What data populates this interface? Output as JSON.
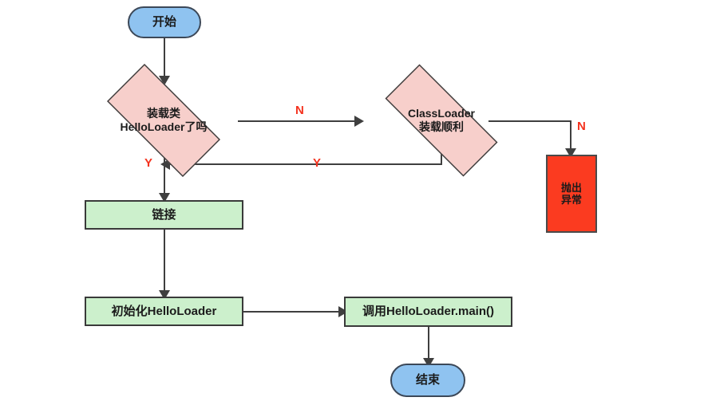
{
  "diagram": {
    "title": "HelloLoader class loading flowchart",
    "colors": {
      "terminator_fill": "#8fc3f0",
      "process_fill": "#ccf0cc",
      "decision_fill": "#f7cfcb",
      "error_fill": "#fb3b20",
      "stroke": "#3f3f3f",
      "label_red": "#f4321e",
      "background": "#ffffff"
    },
    "nodes": {
      "start": {
        "label": "开始",
        "type": "terminator"
      },
      "decision_loaded": {
        "line1": "装载类",
        "line2": "HelloLoader了吗",
        "type": "decision"
      },
      "decision_classloader": {
        "line1": "ClassLoader",
        "line2": "装载顺利",
        "type": "decision"
      },
      "throw_exception": {
        "line1": "抛出",
        "line2": "异常",
        "type": "error"
      },
      "link": {
        "label": "链接",
        "type": "process"
      },
      "init": {
        "label": "初始化HelloLoader",
        "type": "process"
      },
      "call_main": {
        "label": "调用HelloLoader.main()",
        "type": "process"
      },
      "end": {
        "label": "结束",
        "type": "terminator"
      }
    },
    "edge_labels": {
      "loaded_no": "N",
      "classloader_no": "N",
      "loaded_yes": "Y",
      "classloader_yes": "Y"
    }
  }
}
